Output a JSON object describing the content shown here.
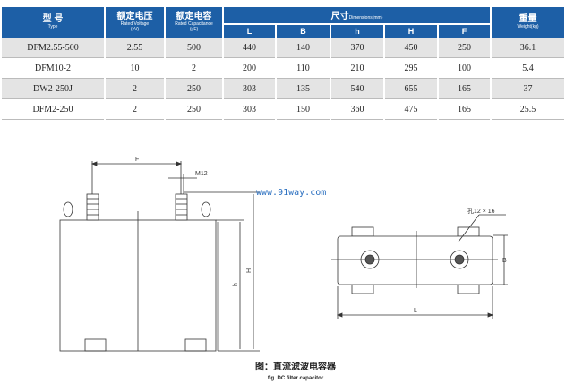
{
  "table": {
    "headers": {
      "type_cn": "型  号",
      "type_en": "Type",
      "voltage_cn": "额定电压",
      "voltage_en": "Rated Voltage",
      "voltage_unit": "(kV)",
      "cap_cn": "额定电容",
      "cap_en": "Rated Capacitance",
      "cap_unit": "(μF)",
      "dims_cn": "尺寸",
      "dims_en": "Dimensions(mm)",
      "dim_cols": [
        "L",
        "B",
        "h",
        "H",
        "F"
      ],
      "weight_cn": "重量",
      "weight_en": "Weight(kg)"
    },
    "rows": [
      [
        "DFM2.55-500",
        "2.55",
        "500",
        "440",
        "140",
        "370",
        "450",
        "250",
        "36.1"
      ],
      [
        "DFM10-2",
        "10",
        "2",
        "200",
        "110",
        "210",
        "295",
        "100",
        "5.4"
      ],
      [
        "DW2-250J",
        "2",
        "250",
        "303",
        "135",
        "540",
        "655",
        "165",
        "37"
      ],
      [
        "DFM2-250",
        "2",
        "250",
        "303",
        "150",
        "360",
        "475",
        "165",
        "25.5"
      ]
    ]
  },
  "drawing": {
    "labels": {
      "F": "F",
      "M12": "M12",
      "H": "H",
      "h": "h",
      "B": "B",
      "L": "L",
      "hole": "孔12 × 16"
    },
    "watermark": "www.91way.com",
    "caption_cn": "图：直流滤波电容器",
    "caption_en": "fig. DC filter capacitor"
  }
}
